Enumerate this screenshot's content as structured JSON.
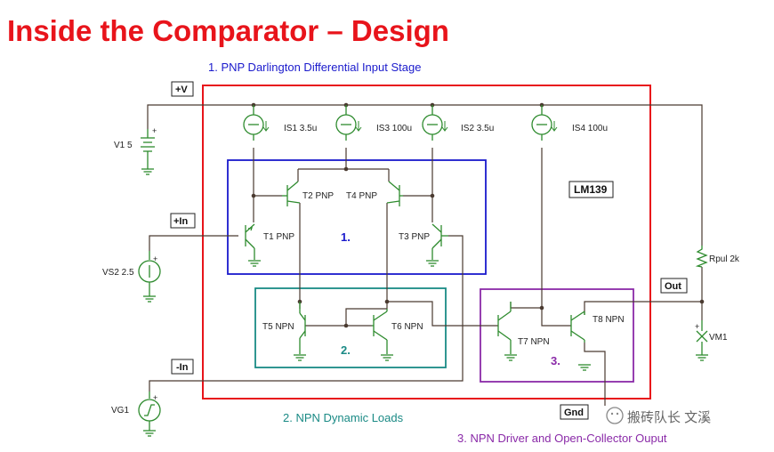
{
  "slide": {
    "title": "Inside the Comparator – Design",
    "caption_stage1": "1. PNP Darlington Differential Input Stage",
    "caption_stage2": "2. NPN Dynamic Loads",
    "caption_stage3": "3. NPN Driver and Open-Collector Ouput",
    "chip_label": "LM139"
  },
  "colors": {
    "title": "#e8141b",
    "chip_border": "#e8141b",
    "stage1": "#1a1acc",
    "stage2": "#1a8a85",
    "stage3": "#8a2aa8",
    "wire": "#4a3a30",
    "component": "#2e8b2e",
    "text": "#222222"
  },
  "pins": {
    "vplus": "+V",
    "inplus": "+In",
    "inminus": "-In",
    "out": "Out",
    "gnd": "Gnd"
  },
  "stage_numbers": {
    "s1": "1.",
    "s2": "2.",
    "s3": "3."
  },
  "sources": {
    "is1": "IS1 3.5u",
    "is3": "IS3 100u",
    "is2": "IS2 3.5u",
    "is4": "IS4 100u",
    "v1": "V1 5",
    "vs2": "VS2 2.5",
    "vg1": "VG1",
    "vm1": "VM1",
    "rpul": "Rpul 2k"
  },
  "transistors": {
    "t1": "T1 PNP",
    "t2": "T2 PNP",
    "t3": "T3 PNP",
    "t4": "T4 PNP",
    "t5": "T5 NPN",
    "t6": "T6 NPN",
    "t7": "T7 NPN",
    "t8": "T8 NPN"
  },
  "watermark": "搬砖队长 文溪"
}
